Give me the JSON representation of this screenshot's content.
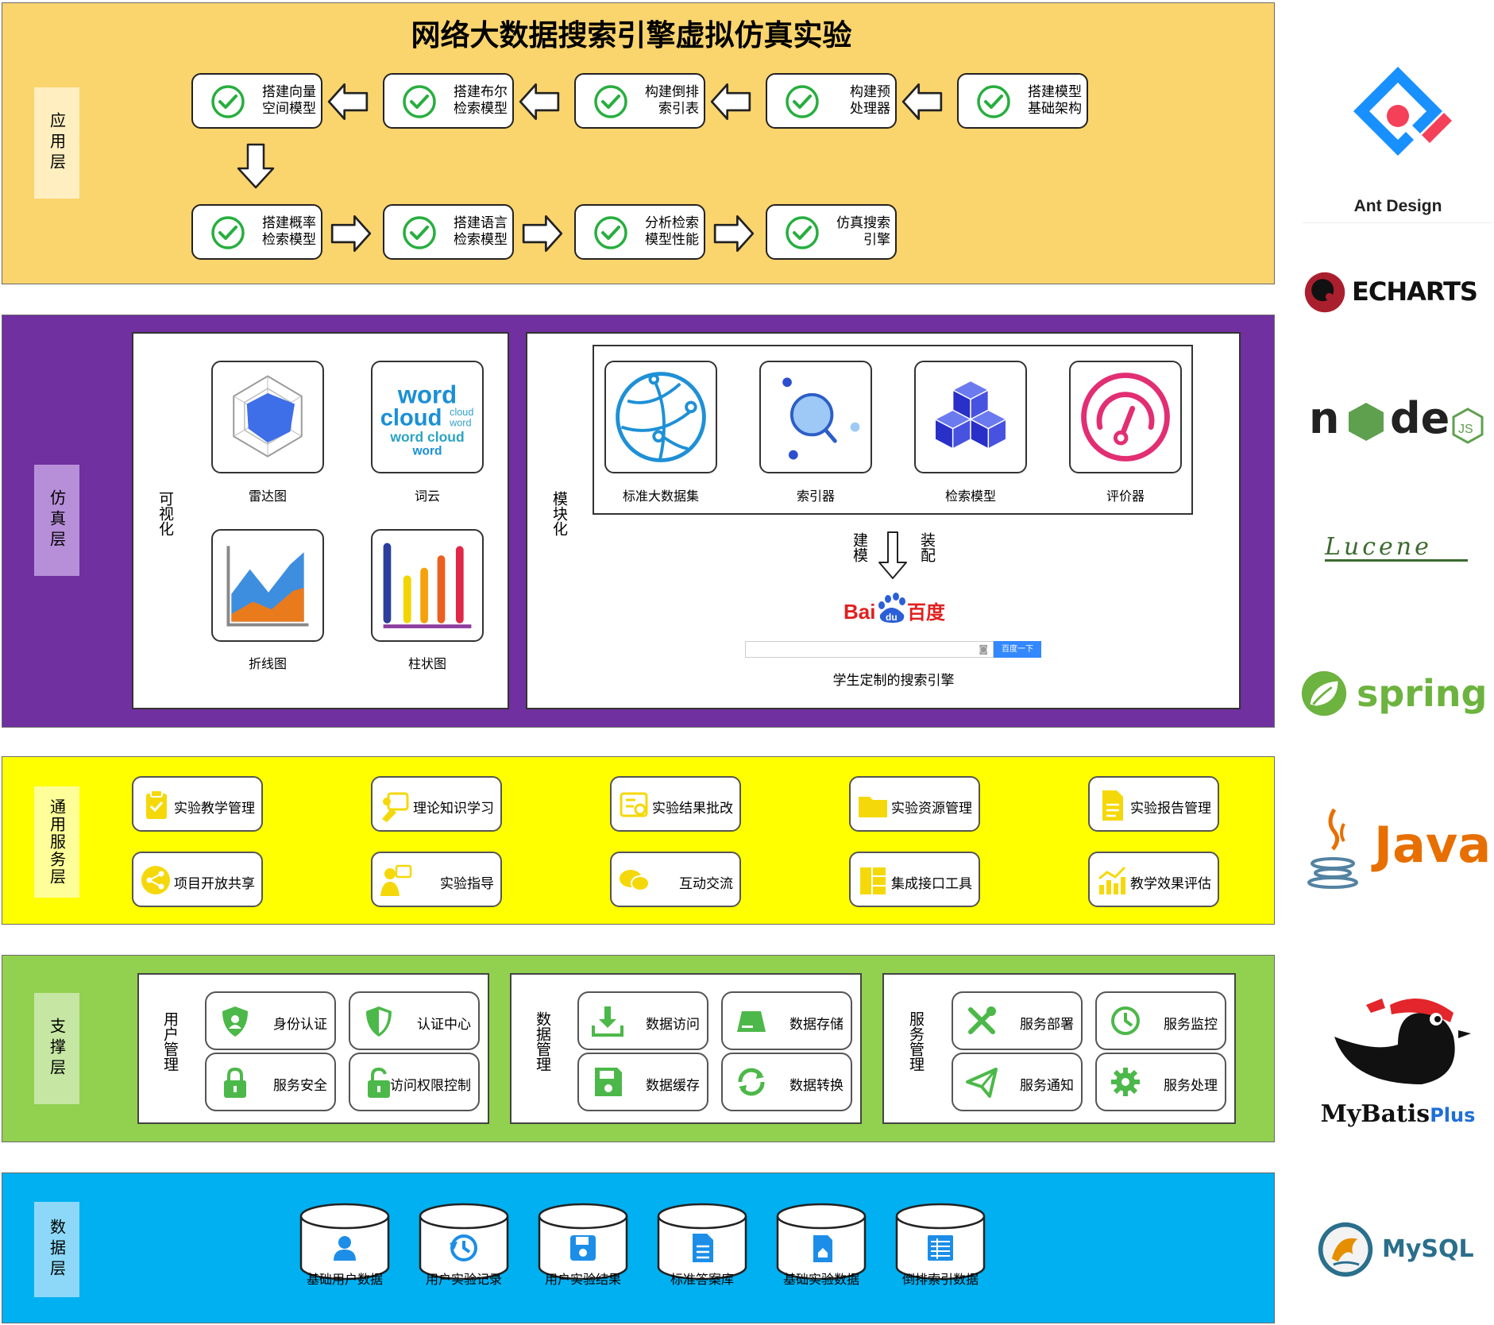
{
  "title": "网络大数据搜索引擎虚拟仿真实验",
  "colors": {
    "app_bg": "#FAD46D",
    "sim_bg": "#7030A0",
    "gen_bg": "#FFFF00",
    "sup_bg": "#92D050",
    "data_bg": "#00B0F0",
    "check": "#27AE3F"
  },
  "layers": {
    "app": "应用层",
    "sim": "仿真层",
    "general": "通用服务层",
    "support": "支撑层",
    "data": "数据层"
  },
  "app_steps_row1": [
    "搭建向量\n空间模型",
    "搭建布尔\n检索模型",
    "构建倒排\n索引表",
    "构建预\n处理器",
    "搭建模型\n基础架构"
  ],
  "app_steps_row2": [
    "搭建概率\n检索模型",
    "搭建语言\n检索模型",
    "分析检索\n模型性能",
    "仿真搜索\n引擎"
  ],
  "sim": {
    "visual_label": "可视化",
    "module_label": "模块化",
    "visual_items": [
      "雷达图",
      "词云",
      "折线图",
      "柱状图"
    ],
    "module_items": [
      "标准大数据集",
      "索引器",
      "检索模型",
      "评价器"
    ],
    "build_label": "建模",
    "assemble_label": "装配",
    "baidu_logo": "Bai百度",
    "search_button": "百度一下",
    "engine_caption": "学生定制的搜索引擎",
    "wordcloud_text": "word cloud"
  },
  "general_services": [
    {
      "label": "实验教学管理",
      "icon": "clipboard-check-icon"
    },
    {
      "label": "理论知识学习",
      "icon": "study-icon"
    },
    {
      "label": "实验结果批改",
      "icon": "review-icon"
    },
    {
      "label": "实验资源管理",
      "icon": "folder-icon"
    },
    {
      "label": "实验报告管理",
      "icon": "document-icon"
    },
    {
      "label": "项目开放共享",
      "icon": "share-icon"
    },
    {
      "label": "实验指导",
      "icon": "guide-icon"
    },
    {
      "label": "互动交流",
      "icon": "chat-icon"
    },
    {
      "label": "集成接口工具",
      "icon": "grid-icon"
    },
    {
      "label": "教学效果评估",
      "icon": "chart-growth-icon"
    }
  ],
  "support": {
    "user_mgmt": {
      "label": "用户管理",
      "items": [
        "身份认证",
        "认证中心",
        "服务安全",
        "访问权限控制"
      ]
    },
    "data_mgmt": {
      "label": "数据管理",
      "items": [
        "数据访问",
        "数据存储",
        "数据缓存",
        "数据转换"
      ]
    },
    "svc_mgmt": {
      "label": "服务管理",
      "items": [
        "服务部署",
        "服务监控",
        "服务通知",
        "服务处理"
      ]
    }
  },
  "data_items": [
    "基础用户数据",
    "用户实验记录",
    "用户实验结果",
    "标准答案库",
    "基础实验数据",
    "倒排索引数据"
  ],
  "tech": {
    "antd": "Ant Design",
    "echarts": "ECHARTS",
    "node": "node",
    "lucene": "Lucene",
    "spring": "spring",
    "java": "Java",
    "mybatis": "MyBatis",
    "mybatis_plus": "Plus",
    "mysql": "MySQL"
  }
}
